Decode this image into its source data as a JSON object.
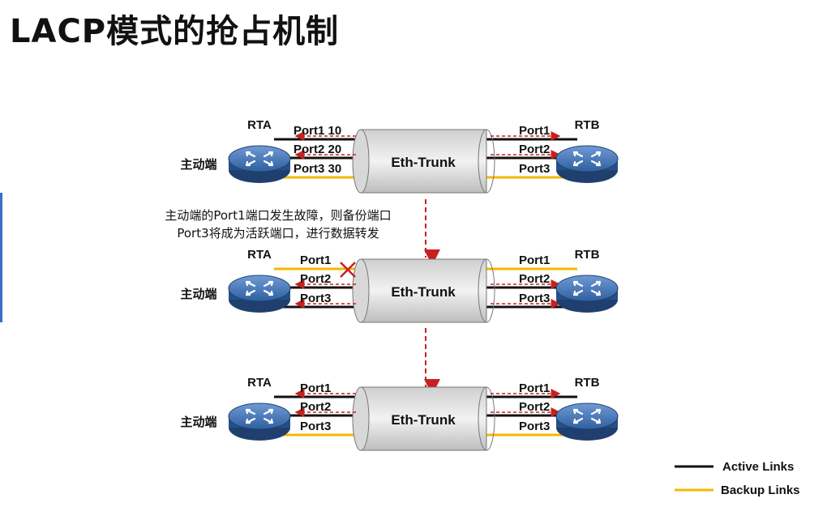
{
  "title": "LACP模式的抢占机制",
  "colors": {
    "active": "#111111",
    "backup": "#f5b800",
    "arrow": "#c8201e",
    "router": "#2e5f9e"
  },
  "note_lines": [
    "主动端的Port1端口发生故障，则备份端口",
    "Port3将成为活跃端口，进行数据转发"
  ],
  "legend": {
    "active": "Active Links",
    "backup": "Backup Links"
  },
  "diagrams": [
    {
      "rta": "RTA",
      "rtb": "RTB",
      "role": "主动端",
      "trunk": "Eth-Trunk",
      "left_ports": [
        "Port1 10",
        "Port2 20",
        "Port3 30"
      ],
      "right_ports": [
        "Port1",
        "Port2",
        "Port3"
      ],
      "link_types": [
        "active",
        "active",
        "backup"
      ]
    },
    {
      "rta": "RTA",
      "rtb": "RTB",
      "role": "主动端",
      "trunk": "Eth-Trunk",
      "left_ports": [
        "Port1",
        "Port2",
        "Port3"
      ],
      "right_ports": [
        "Port1",
        "Port2",
        "Port3"
      ],
      "link_types": [
        "backup",
        "active",
        "active"
      ]
    },
    {
      "rta": "RTA",
      "rtb": "RTB",
      "role": "主动端",
      "trunk": "Eth-Trunk",
      "left_ports": [
        "Port1",
        "Port2",
        "Port3"
      ],
      "right_ports": [
        "Port1",
        "Port2",
        "Port3"
      ],
      "link_types": [
        "active",
        "active",
        "backup"
      ]
    }
  ]
}
